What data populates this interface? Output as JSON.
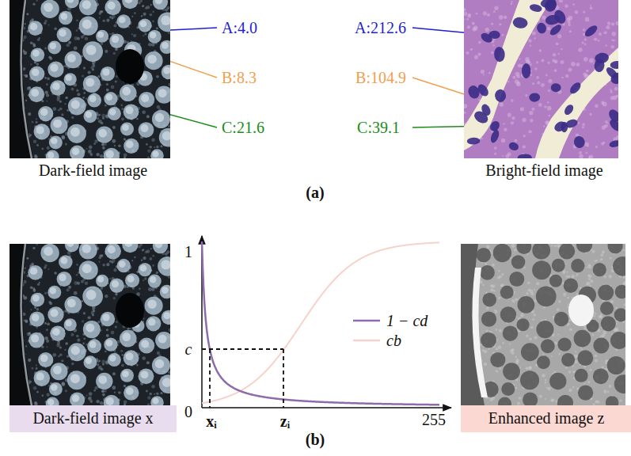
{
  "diagram": {
    "nodes": [
      {
        "text": [
          "Dark-field image"
        ]
      },
      {
        "text": [
          "Bright-field image"
        ]
      },
      {
        "text": [
          "Dark-field image x"
        ]
      },
      {
        "text": [
          "Enhanced image z"
        ]
      }
    ],
    "labels": [
      "A:4.0",
      "B:8.3",
      "C:21.6",
      "A:212.6",
      "B:104.9",
      "C:39.1",
      "(a)",
      "1",
      "c",
      "0",
      "xᵢ",
      "zᵢ",
      "255",
      "(b)"
    ],
    "legend": [
      {
        "text": "1 − cd"
      },
      {
        "text": "cb"
      }
    ]
  }
}
